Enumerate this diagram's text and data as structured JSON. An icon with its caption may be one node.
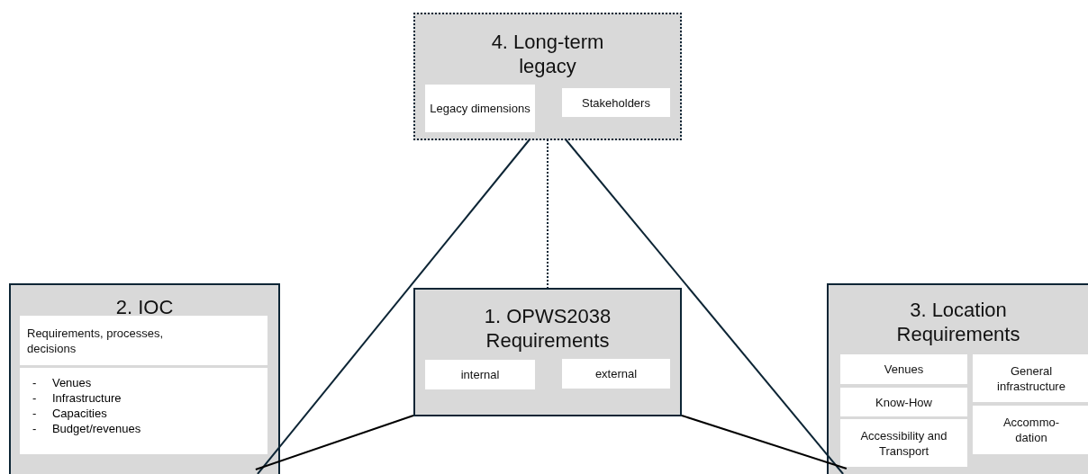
{
  "diagram": {
    "nodes": [
      {
        "text": [
          "4. Long-term legacy"
        ]
      },
      {
        "text": [
          "Legacy dimensions"
        ],
        "in": 0
      },
      {
        "text": [
          "Stakeholders"
        ],
        "in": 0
      },
      {
        "text": [
          "2. IOC"
        ]
      },
      {
        "text": [
          "Requirements, processes, decisions"
        ],
        "in": 3
      },
      {
        "text": [
          "- Venues",
          "- Infrastructure",
          "- Capacities",
          "- Budget/revenues"
        ],
        "in": 3
      },
      {
        "text": [
          "1. OPWS2038 Requirements"
        ]
      },
      {
        "text": [
          "internal"
        ],
        "in": 6
      },
      {
        "text": [
          "external"
        ],
        "in": 6
      },
      {
        "text": [
          "3. Location Requirements"
        ]
      },
      {
        "text": [
          "Venues"
        ],
        "in": 9
      },
      {
        "text": [
          "Know-How"
        ],
        "in": 9
      },
      {
        "text": [
          "Accessibility and Transport"
        ],
        "in": 9
      },
      {
        "text": [
          "General infrastructure"
        ],
        "in": 9
      },
      {
        "text": [
          "Accommo- dation"
        ],
        "in": 9
      }
    ],
    "edges": [
      {
        "from": 0,
        "to": 3,
        "arrow": "none"
      },
      {
        "from": 0,
        "to": 9,
        "arrow": "none"
      },
      {
        "from": 0,
        "to": 6,
        "arrow": "none",
        "style": "dashed"
      },
      {
        "from": 6,
        "to": 3,
        "arrow": "none",
        "color": "#000000"
      },
      {
        "from": 6,
        "to": 9,
        "arrow": "none",
        "color": "#000000"
      }
    ]
  }
}
